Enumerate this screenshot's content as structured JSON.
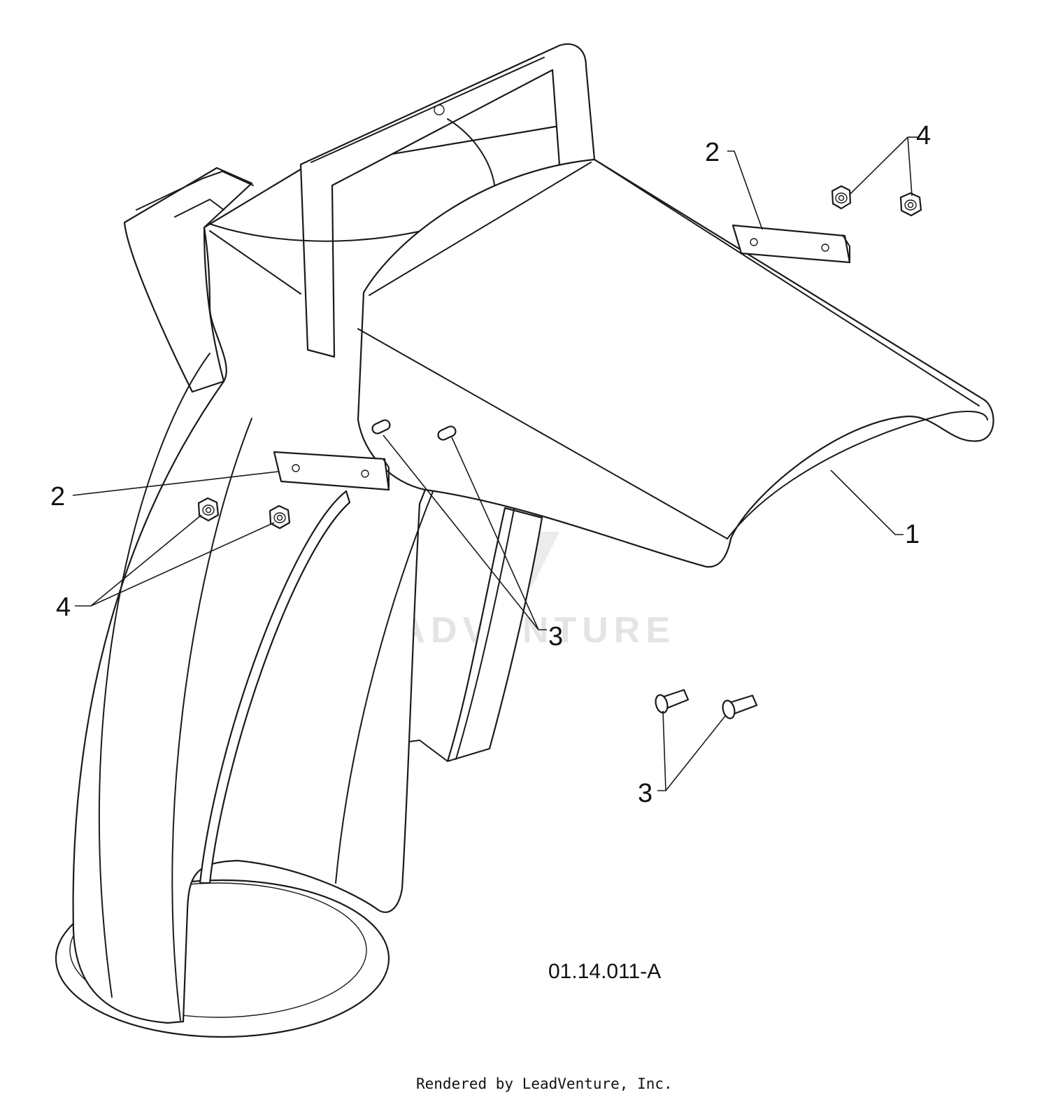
{
  "diagram_code": "01.14.011-A",
  "credit": "Rendered by LeadVenture, Inc.",
  "watermark": "LEADVENTURE",
  "callouts": {
    "part_1": "1",
    "part_2_upper": "2",
    "part_2_lower": "2",
    "part_3_center": "3",
    "part_3_lower": "3",
    "part_4_upper": "4",
    "part_4_lower": "4"
  }
}
